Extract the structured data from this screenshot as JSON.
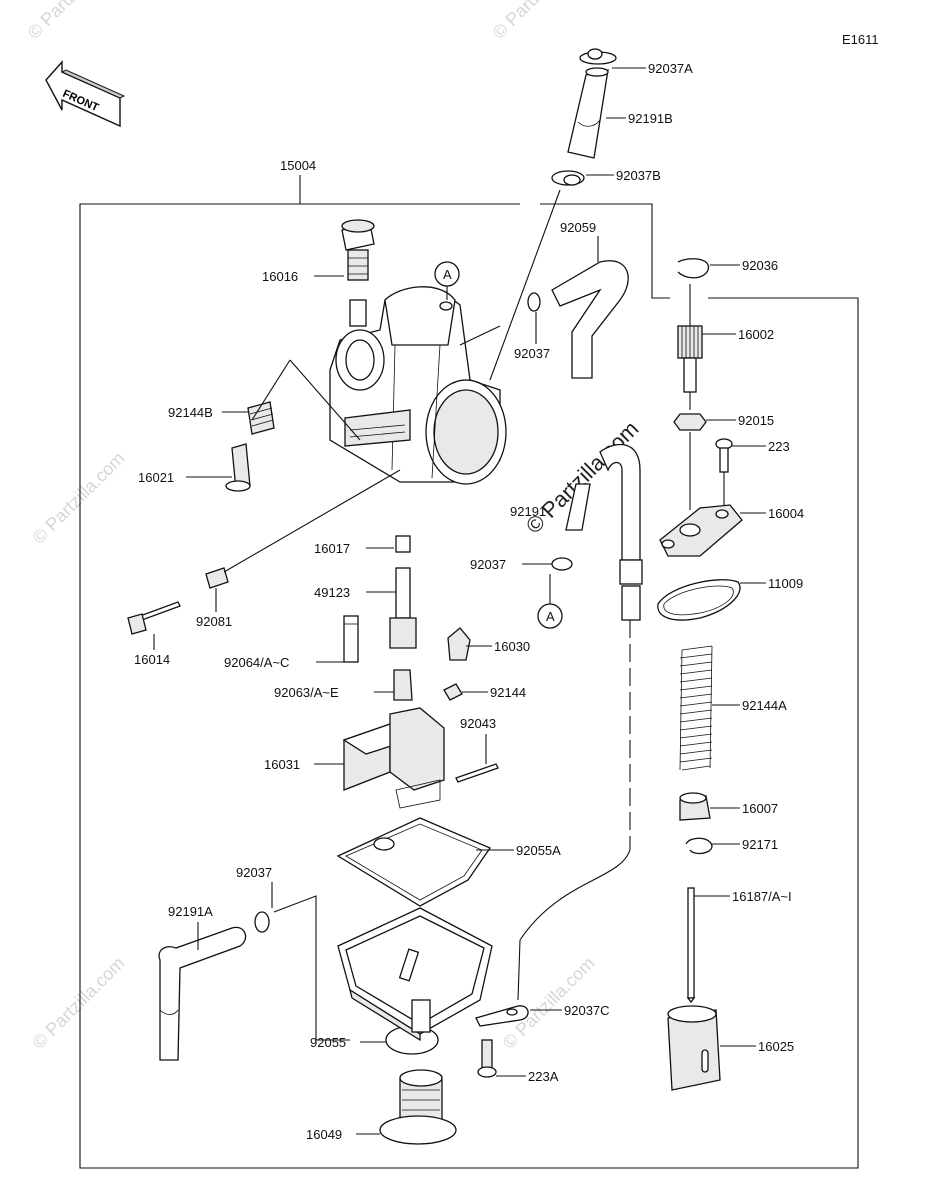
{
  "diagram": {
    "code": "E1611",
    "front_label": "FRONT",
    "watermark": "© Partzilla.com",
    "callouts": {
      "p15004": "15004",
      "p92037A": "92037A",
      "p92191B": "92191B",
      "p92037B": "92037B",
      "p92059": "92059",
      "p92036": "92036",
      "p16016": "16016",
      "p92037_top": "92037",
      "p16002": "16002",
      "p92144B": "92144B",
      "p92015": "92015",
      "p223": "223",
      "p16021": "16021",
      "p92191": "92191",
      "p16004": "16004",
      "p16017": "16017",
      "p92037_mid": "92037",
      "p11009": "11009",
      "p49123": "49123",
      "p92081": "92081",
      "p16014": "16014",
      "p92064": "92064/A~C",
      "p16030": "16030",
      "p92063": "92063/A~E",
      "p92144": "92144",
      "p92144A": "92144A",
      "p92043": "92043",
      "p16031": "16031",
      "p16007": "16007",
      "p92171": "92171",
      "p92055A": "92055A",
      "p92037_low": "92037",
      "p16187": "16187/A~I",
      "p92191A": "92191A",
      "p92037C": "92037C",
      "p16025": "16025",
      "p92055": "92055",
      "p223A": "223A",
      "p16049": "16049",
      "ref_A": "A"
    }
  }
}
